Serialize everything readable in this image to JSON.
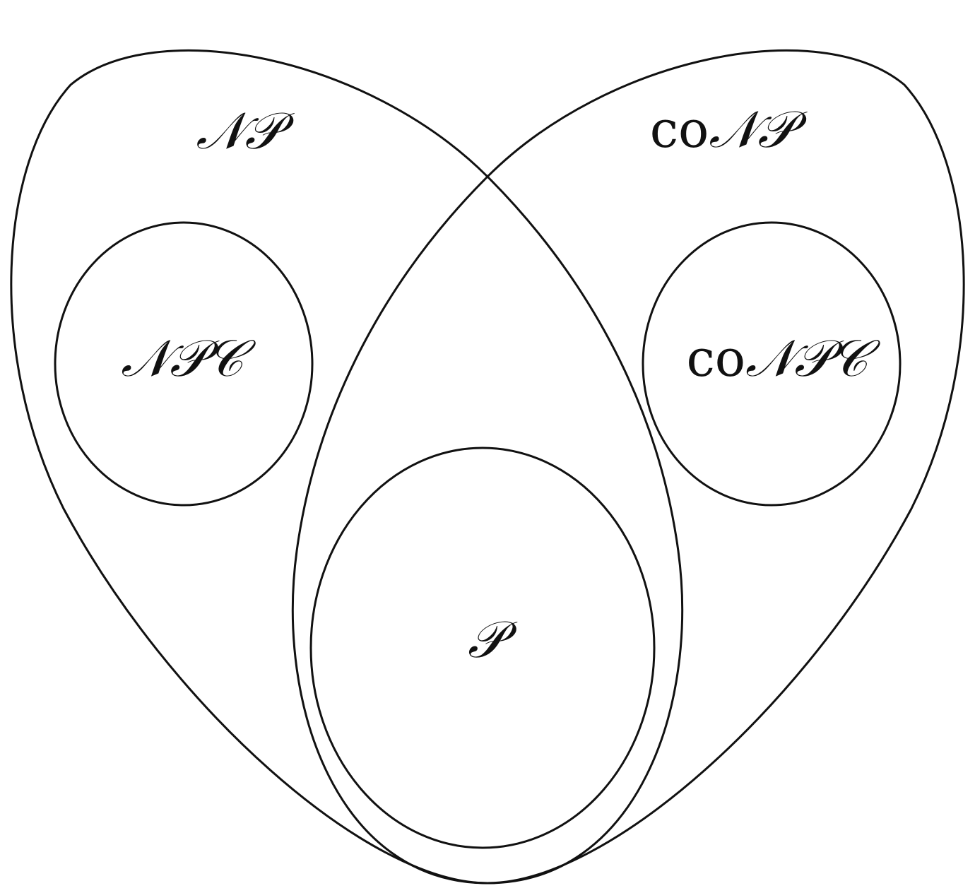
{
  "diagram": {
    "sets": [
      {
        "id": "np",
        "label": "𝒩𝒫"
      },
      {
        "id": "conp",
        "label_prefix": "co",
        "label_main": "𝒩𝒫"
      },
      {
        "id": "npc",
        "label": "𝒩𝒫𝒞"
      },
      {
        "id": "conpc",
        "label_prefix": "co",
        "label_main": "𝒩𝒫𝒞"
      },
      {
        "id": "p",
        "label": "𝒫"
      }
    ]
  }
}
